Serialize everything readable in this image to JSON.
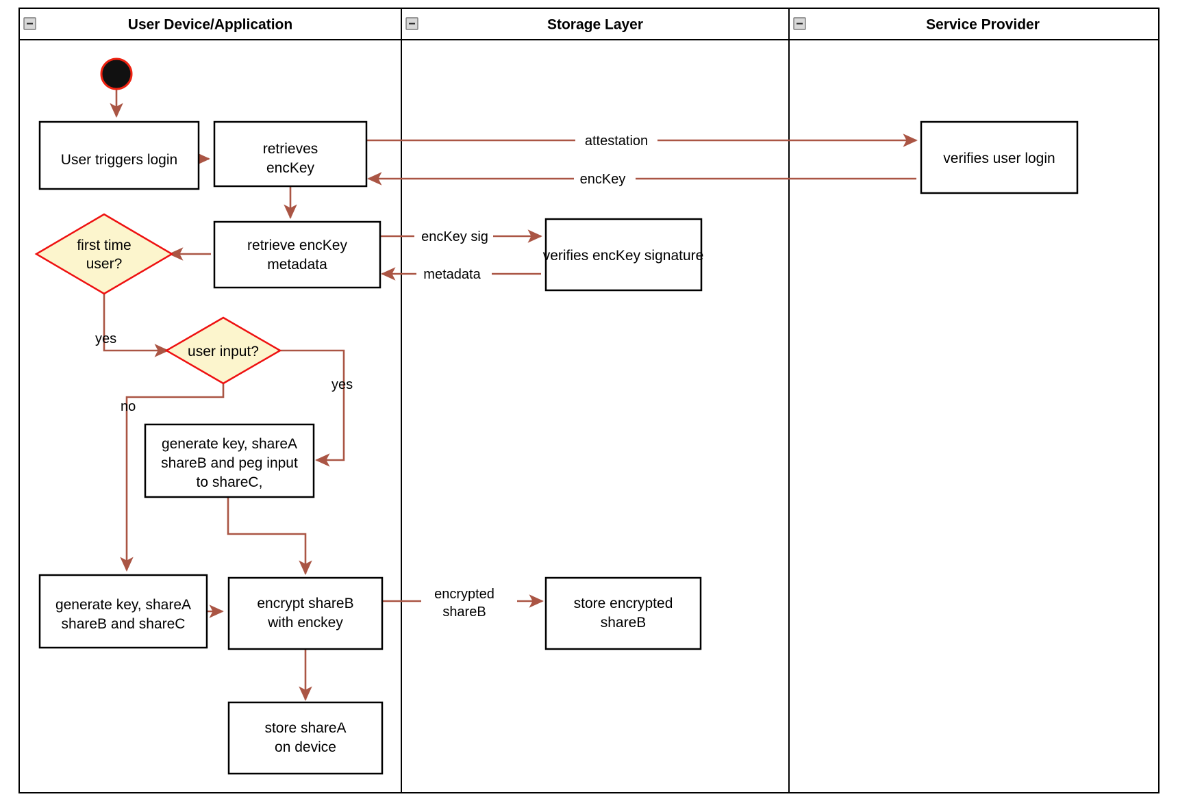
{
  "diagram": {
    "type": "uml-activity-swimlane",
    "title": "",
    "background": "#ffffff",
    "colors": {
      "edge": "#aa5544",
      "decision_fill": "#fcf5cd",
      "decision_stroke": "#ee1111",
      "node_stroke": "#000000",
      "node_fill": "#ffffff",
      "start_node_fill": "#111111",
      "start_node_stroke": "#ee2211",
      "lane_stroke": "#000000",
      "text": "#000000"
    }
  },
  "lanes": [
    {
      "id": "lane-user-device",
      "label": "User Device/Application",
      "collapse_icon": "minus-icon"
    },
    {
      "id": "lane-storage",
      "label": "Storage Layer",
      "collapse_icon": "minus-icon"
    },
    {
      "id": "lane-service-provider",
      "label": "Service Provider",
      "collapse_icon": "minus-icon"
    }
  ],
  "nodes": [
    {
      "id": "start",
      "kind": "initial-node",
      "lane": "lane-user-device",
      "label": ""
    },
    {
      "id": "user-triggers-login",
      "kind": "action",
      "lane": "lane-user-device",
      "lines": [
        "User triggers login"
      ]
    },
    {
      "id": "retrieves-enckey",
      "kind": "action",
      "lane": "lane-user-device",
      "lines": [
        "retrieves",
        "encKey"
      ]
    },
    {
      "id": "retrieve-enckey-metadata",
      "kind": "action",
      "lane": "lane-user-device",
      "lines": [
        "retrieve encKey",
        "metadata"
      ]
    },
    {
      "id": "first-time-user",
      "kind": "decision",
      "lane": "lane-user-device",
      "lines": [
        "first time",
        "user?"
      ]
    },
    {
      "id": "user-input",
      "kind": "decision",
      "lane": "lane-user-device",
      "lines": [
        "user input?"
      ]
    },
    {
      "id": "generate-key-peg",
      "kind": "action",
      "lane": "lane-user-device",
      "lines": [
        "generate key, shareA",
        "shareB and peg input",
        "to shareC,"
      ]
    },
    {
      "id": "generate-key-sharec",
      "kind": "action",
      "lane": "lane-user-device",
      "lines": [
        "generate key, shareA",
        "shareB and shareC"
      ]
    },
    {
      "id": "encrypt-shareb",
      "kind": "action",
      "lane": "lane-user-device",
      "lines": [
        "encrypt shareB",
        "with enckey"
      ]
    },
    {
      "id": "store-sharea-on-device",
      "kind": "action",
      "lane": "lane-user-device",
      "lines": [
        "store shareA",
        "on device"
      ]
    },
    {
      "id": "verifies-enckey-signature",
      "kind": "action",
      "lane": "lane-storage",
      "lines": [
        "verifies encKey signature"
      ]
    },
    {
      "id": "store-encrypted-shareb",
      "kind": "action",
      "lane": "lane-storage",
      "lines": [
        "store encrypted",
        "shareB"
      ]
    },
    {
      "id": "verifies-user-login",
      "kind": "action",
      "lane": "lane-service-provider",
      "lines": [
        "verifies user login"
      ]
    }
  ],
  "edges": [
    {
      "id": "e-start-login",
      "from": "start",
      "to": "user-triggers-login",
      "label": ""
    },
    {
      "id": "e-login-retrieves",
      "from": "user-triggers-login",
      "to": "retrieves-enckey",
      "label": ""
    },
    {
      "id": "e-attestation",
      "from": "retrieves-enckey",
      "to": "verifies-user-login",
      "label": "attestation"
    },
    {
      "id": "e-enckey-back",
      "from": "verifies-user-login",
      "to": "retrieves-enckey",
      "label": "encKey"
    },
    {
      "id": "e-retrieves-metadata",
      "from": "retrieves-enckey",
      "to": "retrieve-enckey-metadata",
      "label": ""
    },
    {
      "id": "e-enckey-sig",
      "from": "retrieve-enckey-metadata",
      "to": "verifies-enckey-signature",
      "label": "encKey sig"
    },
    {
      "id": "e-metadata-back",
      "from": "verifies-enckey-signature",
      "to": "retrieve-enckey-metadata",
      "label": "metadata"
    },
    {
      "id": "e-metadata-firsttime",
      "from": "retrieve-enckey-metadata",
      "to": "first-time-user",
      "label": ""
    },
    {
      "id": "e-firsttime-yes",
      "from": "first-time-user",
      "to": "user-input",
      "label": "yes"
    },
    {
      "id": "e-userinput-yes",
      "from": "user-input",
      "to": "generate-key-peg",
      "label": "yes"
    },
    {
      "id": "e-userinput-no",
      "from": "user-input",
      "to": "generate-key-sharec",
      "label": "no"
    },
    {
      "id": "e-peg-encrypt",
      "from": "generate-key-peg",
      "to": "encrypt-shareb",
      "label": ""
    },
    {
      "id": "e-sharec-encrypt",
      "from": "generate-key-sharec",
      "to": "encrypt-shareb",
      "label": ""
    },
    {
      "id": "e-encrypted-shareb",
      "from": "encrypt-shareb",
      "to": "store-encrypted-shareb",
      "label": "encrypted shareB",
      "label_lines": [
        "encrypted",
        "shareB"
      ]
    },
    {
      "id": "e-encrypt-store-sharea",
      "from": "encrypt-shareb",
      "to": "store-sharea-on-device",
      "label": ""
    }
  ],
  "labels": {
    "attestation": "attestation",
    "enckey": "encKey",
    "enckey_sig": "encKey sig",
    "metadata": "metadata",
    "yes_first_time": "yes",
    "yes_user_input": "yes",
    "no_user_input": "no",
    "encrypted_line1": "encrypted",
    "encrypted_line2": "shareB"
  }
}
